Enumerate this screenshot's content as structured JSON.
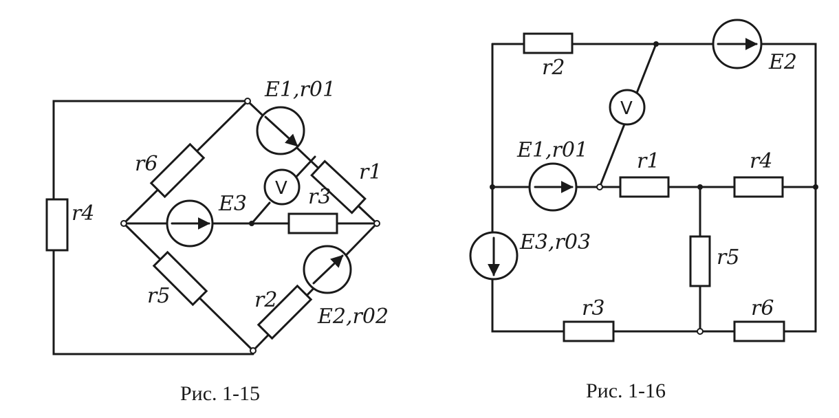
{
  "figure_1_15": {
    "caption": "Рис. 1-15",
    "labels": {
      "r4": "r4",
      "r6": "r6",
      "r5": "r5",
      "r3": "r3",
      "r2": "r2",
      "r1": "r1",
      "e1": "E1,r01",
      "e3": "E3",
      "e2": "E2,r02",
      "voltmeter": "V"
    }
  },
  "figure_1_16": {
    "caption": "Рис. 1-16",
    "labels": {
      "r2": "r2",
      "e2": "E2",
      "voltmeter": "V",
      "e1": "E1,r01",
      "r1": "r1",
      "r4": "r4",
      "e3": "E3,r03",
      "r5": "r5",
      "r3": "r3",
      "r6": "r6"
    }
  }
}
